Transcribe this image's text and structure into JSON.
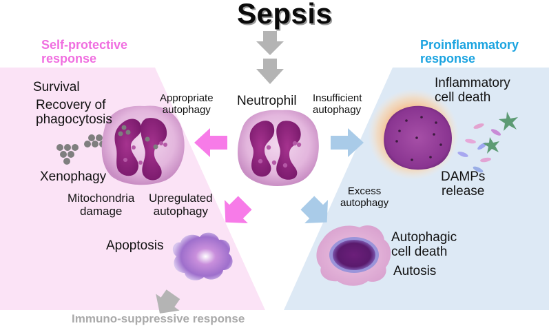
{
  "title": "Sepsis",
  "left_panel": {
    "heading": [
      "Self-protective",
      "response"
    ],
    "survival": "Survival",
    "recovery": [
      "Recovery of",
      "phagocytosis"
    ],
    "xenophagy": "Xenophagy",
    "mito": [
      "Mitochondria",
      "damage"
    ],
    "upregulated": [
      "Upregulated",
      "autophagy"
    ],
    "apoptosis": "Apoptosis",
    "appropriate": [
      "Appropriate",
      "autophagy"
    ]
  },
  "center": {
    "neutrophil": "Neutrophil"
  },
  "right_panel": {
    "heading": [
      "Proinflammatory",
      "response"
    ],
    "insufficient": [
      "Insufficient",
      "autophagy"
    ],
    "inflammatory": [
      "Inflammatory",
      "cell death"
    ],
    "damps": [
      "DAMPs",
      "release"
    ],
    "excess": [
      "Excess",
      "autophagy"
    ],
    "autophagic": [
      "Autophagic",
      "cell death"
    ],
    "autosis": "Autosis"
  },
  "bottom": {
    "immuno": "Immuno-suppressive response"
  },
  "colors": {
    "pink_panel": "#fbe3f6",
    "blue_panel": "#dde9f5",
    "pink_arrow": "#f77be8",
    "blue_arrow": "#a9cbe8",
    "gray_arrow": "#b4b4b4",
    "pink_text": "#f06ee0",
    "blue_text": "#1aa3e0"
  }
}
